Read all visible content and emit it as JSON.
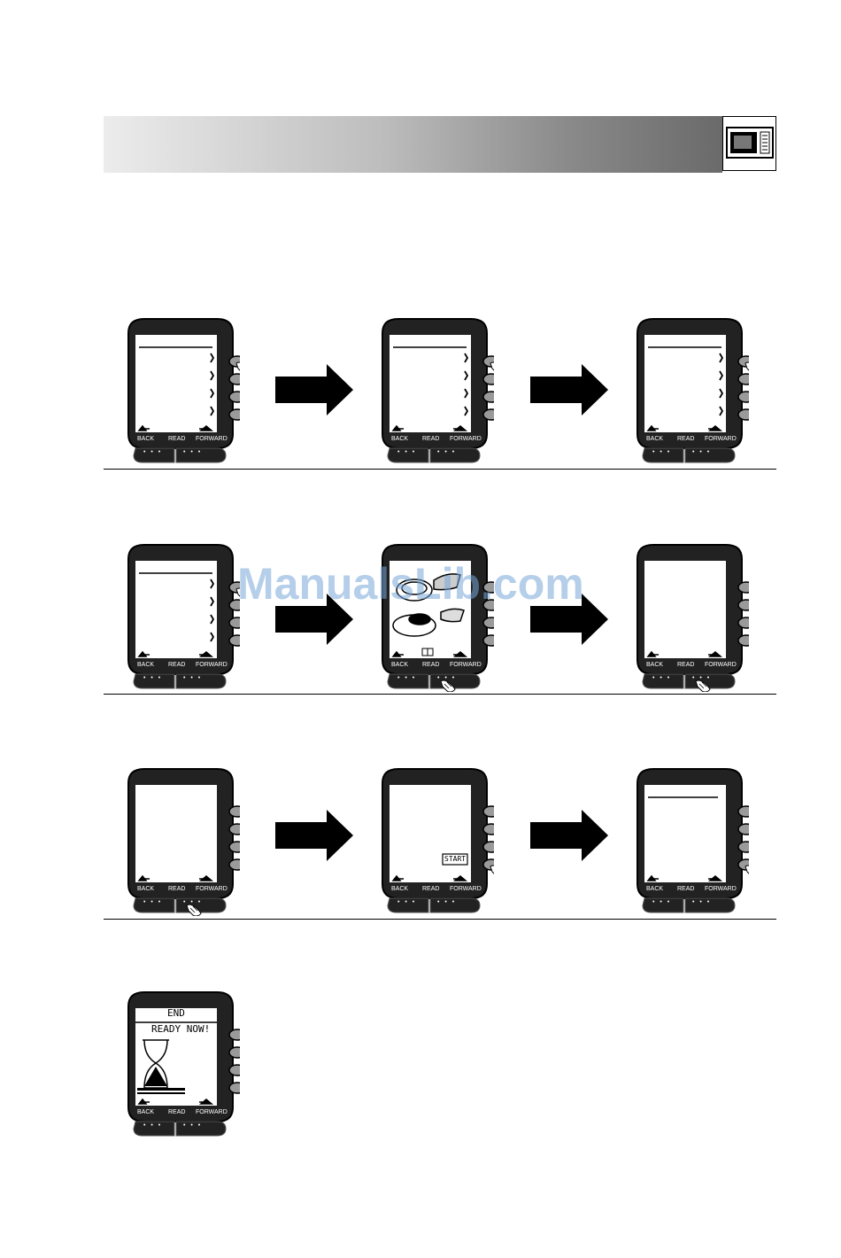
{
  "device_labels": {
    "back": "BACK",
    "read": "READ",
    "forward": "FORWARD",
    "dots": "• • •"
  },
  "final_screen": {
    "line1": "END",
    "line2": "READY NOW!"
  },
  "start_badge": "START",
  "watermark": "ManualsLib.com",
  "icons": {
    "header": "microwave-icon",
    "arrow": "right-arrow-icon",
    "pointer": "pointing-hand-icon",
    "book": "book-icon",
    "timer": "hourglass-icon"
  }
}
